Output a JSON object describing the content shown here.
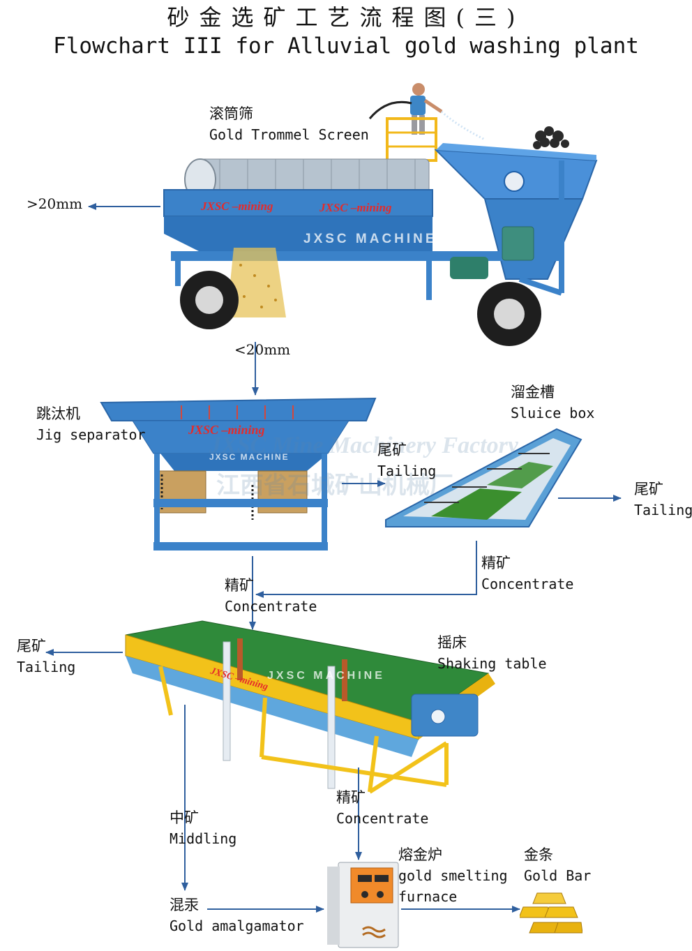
{
  "title": {
    "cn": "砂金选矿工艺流程图(三)",
    "en": "Flowchart III for Alluvial gold washing plant"
  },
  "trommel": {
    "cn": "滚筒筛",
    "en": "Gold Trommel Screen",
    "brand_1": "JXSC –mining",
    "brand_2": "JXSC –mining",
    "watermark": "JXSC MACHINE"
  },
  "sizes": {
    "over": ">20mm",
    "under": "<20mm"
  },
  "jig": {
    "cn": "跳汰机",
    "en": "Jig separator",
    "brand": "JXSC –mining",
    "watermark": "JXSC MACHINE",
    "factory_wm": "JXSC Mine Machinery Factory",
    "cn_wm": "江西省石城矿山机械厂"
  },
  "jig_tailing": {
    "cn": "尾矿",
    "en": "Tailing"
  },
  "sluice": {
    "cn": "溜金槽",
    "en": "Sluice box"
  },
  "sluice_tailing": {
    "cn": "尾矿",
    "en": "Tailing"
  },
  "sluice_conc": {
    "cn": "精矿",
    "en": "Concentrate"
  },
  "jig_conc": {
    "cn": "精矿",
    "en": "Concentrate"
  },
  "table_tailing": {
    "cn": "尾矿",
    "en": "Tailing"
  },
  "table": {
    "cn": "摇床",
    "en": "Shaking table",
    "brand": "JXSC –mining",
    "watermark": "JXSC MACHINE"
  },
  "middling": {
    "cn": "中矿",
    "en": "Middling"
  },
  "table_conc": {
    "cn": "精矿",
    "en": "Concentrate"
  },
  "amalgamator": {
    "cn": "混汞",
    "en": "Gold amalgamator"
  },
  "furnace": {
    "cn": "熔金炉",
    "en1": "gold smelting",
    "en2": "furnace"
  },
  "goldbar": {
    "cn": "金条",
    "en": "Gold Bar"
  },
  "colors": {
    "arrow": "#2f5f9e",
    "machine_blue": "#3b82c9",
    "table_yellow": "#f2c21a",
    "table_green": "#2f8a3a",
    "brand_red": "#e52b2b"
  }
}
